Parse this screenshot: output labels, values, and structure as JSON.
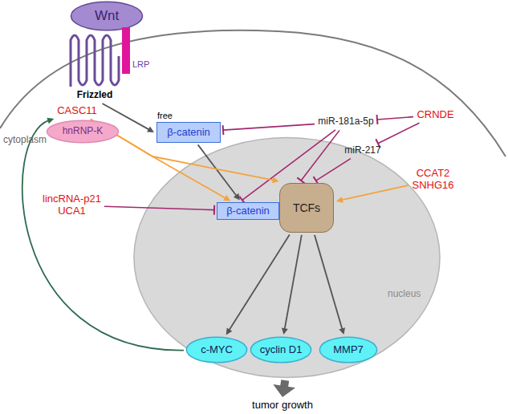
{
  "diagram": {
    "nodes": [
      {
        "text": [
          "Wnt"
        ]
      },
      {
        "text": [
          "Frizzled"
        ]
      },
      {
        "text": [
          "LRP"
        ]
      },
      {
        "text": [
          "free",
          "β-catenin"
        ]
      },
      {
        "text": [
          "miR-181a-5p"
        ]
      },
      {
        "text": [
          "miR-217"
        ]
      },
      {
        "text": [
          "CRNDE"
        ]
      },
      {
        "text": [
          "CASC11"
        ]
      },
      {
        "text": [
          "hnRNP-K"
        ]
      },
      {
        "text": [
          "lincRNA-p21",
          "UCA1"
        ]
      },
      {
        "text": [
          "CCAT2",
          "SNHG16"
        ]
      },
      {
        "text": [
          "nucleus"
        ]
      },
      {
        "text": [
          "β-catenin"
        ],
        "in": 11
      },
      {
        "text": [
          "TCFs"
        ],
        "in": 11
      },
      {
        "text": [
          "c-MYC"
        ],
        "in": 11
      },
      {
        "text": [
          "cyclin D1"
        ],
        "in": 11
      },
      {
        "text": [
          "MMP7"
        ],
        "in": 11
      },
      {
        "text": [
          "tumor growth"
        ]
      }
    ],
    "edges": [
      {
        "from": 1,
        "to": 3,
        "arrow": "to"
      },
      {
        "from": 3,
        "to": 12,
        "arrow": "to"
      },
      {
        "from": 4,
        "to": 3,
        "arrow": "to"
      },
      {
        "from": 4,
        "to": 12,
        "arrow": "to"
      },
      {
        "from": 4,
        "to": 13,
        "arrow": "to"
      },
      {
        "from": 5,
        "to": 13,
        "arrow": "to"
      },
      {
        "from": 6,
        "to": 4,
        "arrow": "to"
      },
      {
        "from": 6,
        "to": 5,
        "arrow": "to"
      },
      {
        "from": 7,
        "to": 12,
        "arrow": "to"
      },
      {
        "from": 7,
        "to": 13,
        "arrow": "to"
      },
      {
        "from": 10,
        "to": 13,
        "arrow": "to"
      },
      {
        "from": 9,
        "to": 12,
        "arrow": "to"
      },
      {
        "from": 13,
        "to": 14,
        "arrow": "to"
      },
      {
        "from": 13,
        "to": 15,
        "arrow": "to"
      },
      {
        "from": 13,
        "to": 16,
        "arrow": "to"
      },
      {
        "from": 14,
        "to": 7,
        "arrow": "to"
      },
      {
        "from": 11,
        "to": 17,
        "arrow": "to"
      }
    ],
    "labels": [
      "cytoplasm"
    ]
  }
}
